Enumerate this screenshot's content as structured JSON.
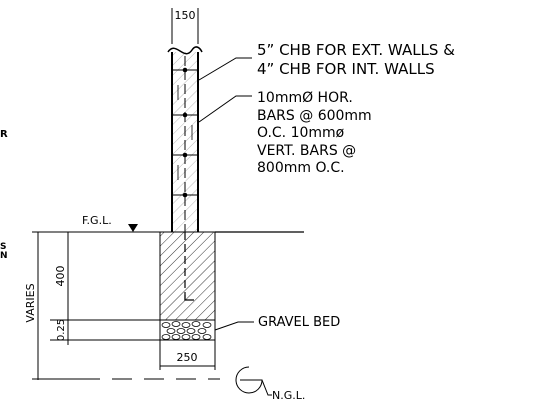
{
  "callouts": {
    "wall_line1": "5” CHB FOR EXT. WALLS &",
    "wall_line2": "4” CHB FOR INT. WALLS",
    "bars_line1": "10mmØ HOR.",
    "bars_line2": "BARS @ 600mm",
    "bars_line3": "O.C. 10mmø",
    "bars_line4": "VERT. BARS @",
    "bars_line5": "800mm O.C.",
    "gravel": "GRAVEL BED"
  },
  "levels": {
    "fgl": "F.G.L.",
    "ngl": "N.G.L."
  },
  "dimensions": {
    "wall_width": "150",
    "footing_width": "250",
    "footing_depth": "400",
    "gravel_depth": "0.25",
    "total_depth": "VARIES"
  },
  "edge_fragments": {
    "left_r": "R",
    "left_s": "S",
    "left_n": "N"
  }
}
